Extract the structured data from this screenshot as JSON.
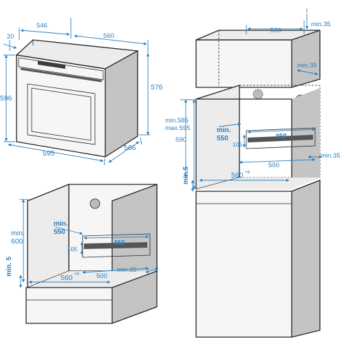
{
  "oven": {
    "w546": "546",
    "w560": "560",
    "d20": "20",
    "h596": "596",
    "h576": "576",
    "w595": "595",
    "d566": "566"
  },
  "tall": {
    "top500": "500",
    "topmin35": "min.35",
    "sidemin35": "min.35",
    "min585": "min.585",
    "max595": "max.595",
    "h590": "590",
    "minlabel": "min.",
    "min550": "550",
    "d460": "460",
    "h105": "105",
    "w500": "500",
    "w560": "560",
    "plus8": "+8",
    "min5": "min.5",
    "rmin35": "min.35"
  },
  "base": {
    "minlabel600": "min.",
    "h600": "600",
    "minlabel": "min.",
    "d550": "550",
    "d460": "460",
    "h105": "105",
    "min5": "min. 5",
    "w560": "560",
    "plus8": "+8",
    "d500": "500",
    "min35": "min.35"
  }
}
